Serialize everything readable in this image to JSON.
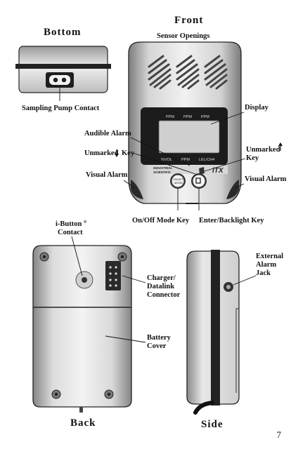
{
  "views": {
    "bottom": "Bottom",
    "front": "Front",
    "back": "Back",
    "side": "Side"
  },
  "labels": {
    "sampling_pump_contact": "Sampling Pump Contact",
    "sensor_openings": "Sensor Openings",
    "display": "Display",
    "audible_alarm": "Audible Alarm",
    "unmarked_key_left": "Unmarked",
    "key_word": "Key",
    "unmarked_right_line1": "Unmarked",
    "unmarked_right_line2": "Key",
    "visual_alarm_left": "Visual Alarm",
    "visual_alarm_right": "Visual Alarm",
    "on_off_mode_key": "On/Off Mode Key",
    "enter_backlight_key": "Enter/Backlight Key",
    "ibutton_line1": "i-Button",
    "ibutton_reg": "®",
    "ibutton_line2": "Contact",
    "charger_line1": "Charger/",
    "charger_line2": "Datalink",
    "charger_line3": "Connector",
    "battery_line1": "Battery",
    "battery_line2": "Cover",
    "external_line1": "External",
    "external_line2": "Alarm",
    "external_line3": "Jack"
  },
  "device": {
    "lcd_units": [
      "PPM",
      "PPM",
      "PPM"
    ],
    "lcd_bottom": [
      "%VOL",
      "PPM",
      "LEL/CH4"
    ],
    "brand_line1": "INDUSTRIAL",
    "brand_line2": "SCIENTIFIC",
    "model": "iTX",
    "on_off_line1": "ON/OFF",
    "on_off_line2": "MODE"
  },
  "page_number": "7",
  "colors": {
    "ink": "#111111",
    "panel": "#e2e2e2",
    "device_dark": "#2a2a2a"
  }
}
